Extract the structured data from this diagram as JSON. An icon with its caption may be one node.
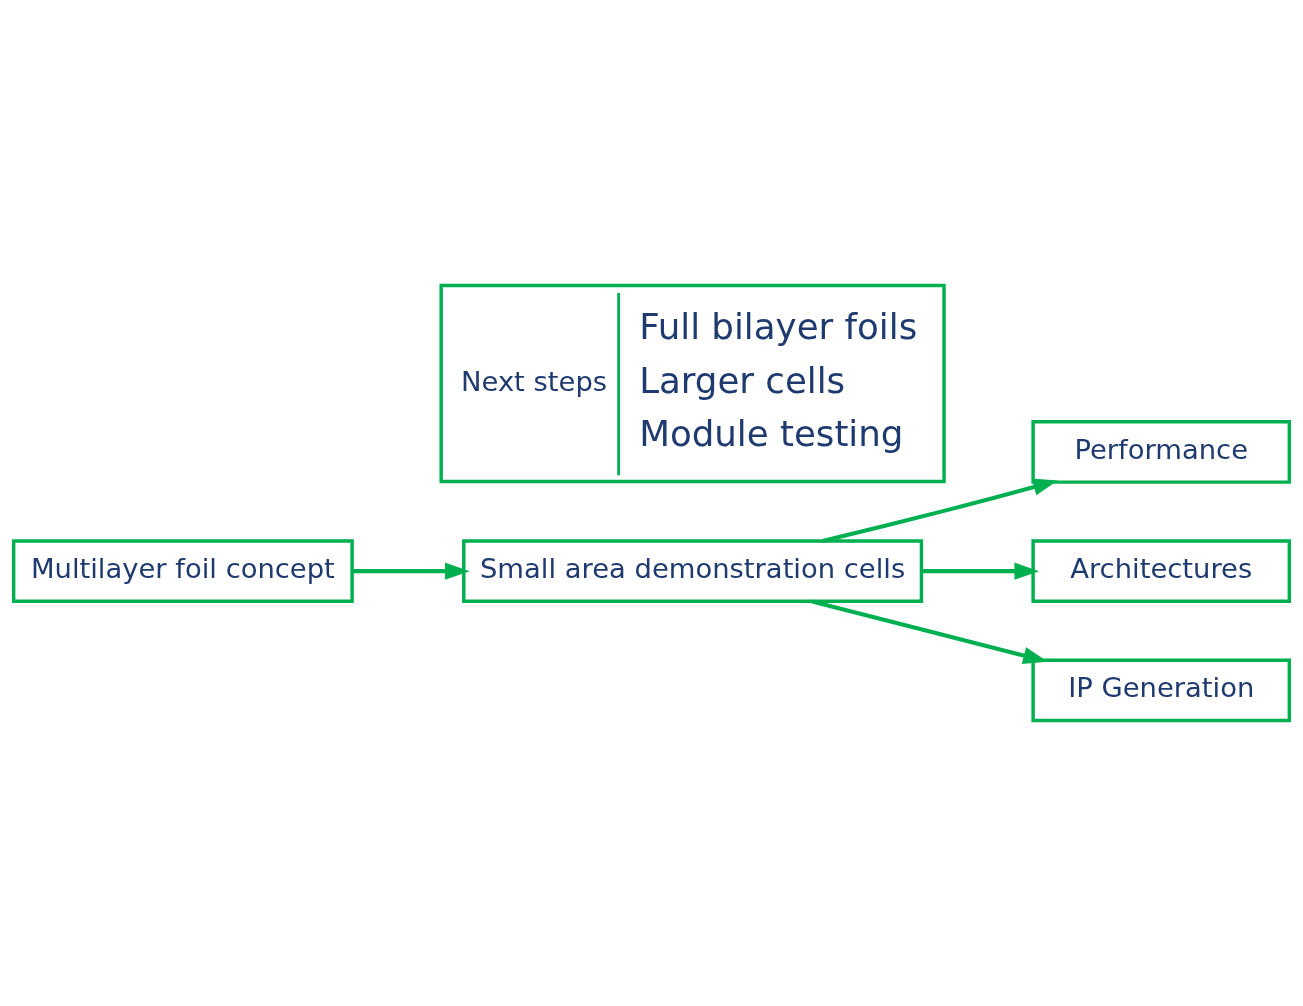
{
  "diagram": {
    "nodes": [
      {
        "text": [
          "Multilayer foil concept"
        ]
      },
      {
        "text": [
          "Small area demonstration cells"
        ]
      },
      {
        "text": [
          "Performance"
        ]
      },
      {
        "text": [
          "Architectures"
        ]
      },
      {
        "text": [
          "IP Generation"
        ]
      },
      {
        "text": [
          "Next steps",
          "Full bilayer foils",
          "Larger cells",
          "Module testing"
        ]
      }
    ],
    "edges": [
      {
        "from": 0,
        "to": 1,
        "arrow": "to"
      },
      {
        "from": 1,
        "to": 2,
        "arrow": "to"
      },
      {
        "from": 1,
        "to": 3,
        "arrow": "to"
      },
      {
        "from": 1,
        "to": 4,
        "arrow": "to"
      }
    ]
  }
}
